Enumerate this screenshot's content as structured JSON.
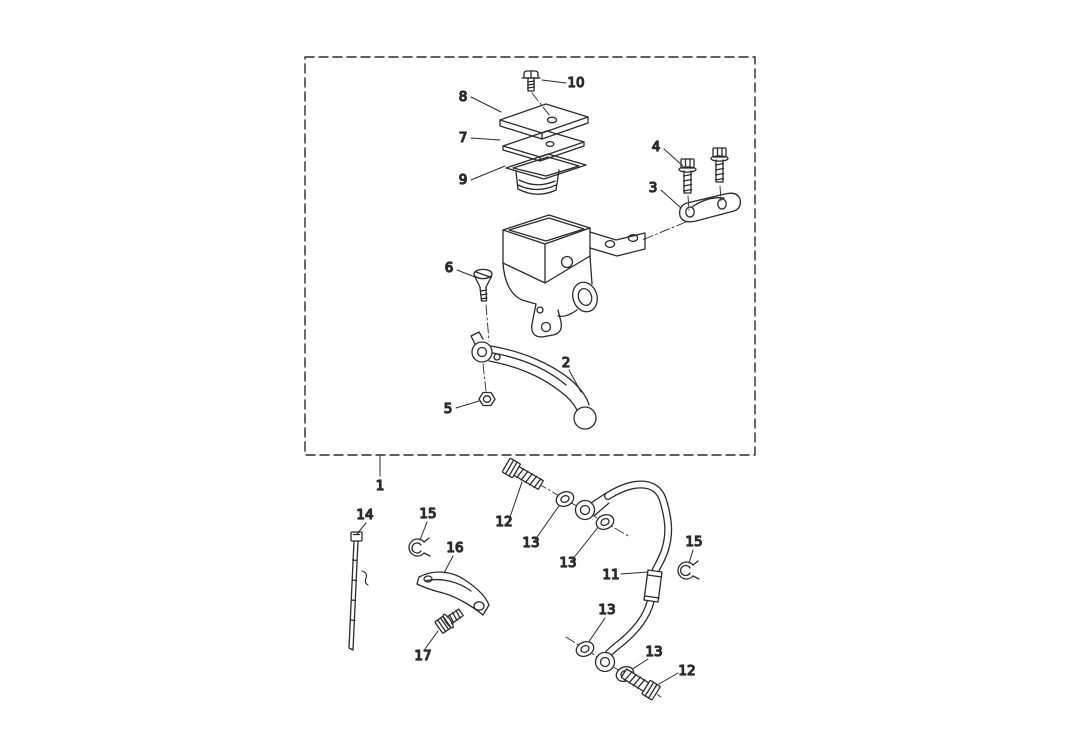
{
  "figure": {
    "type": "exploded-parts-diagram",
    "background_color": "#ffffff",
    "line_color": "#2b2b2b",
    "callouts": [
      {
        "text": "10"
      },
      {
        "text": "8"
      },
      {
        "text": "7"
      },
      {
        "text": "9"
      },
      {
        "text": "4"
      },
      {
        "text": "3"
      },
      {
        "text": "6"
      },
      {
        "text": "2"
      },
      {
        "text": "5"
      },
      {
        "text": "1"
      },
      {
        "text": "12"
      },
      {
        "text": "13"
      },
      {
        "text": "13"
      },
      {
        "text": "11"
      },
      {
        "text": "15"
      },
      {
        "text": "14"
      },
      {
        "text": "15"
      },
      {
        "text": "16"
      },
      {
        "text": "17"
      },
      {
        "text": "13"
      },
      {
        "text": "13"
      },
      {
        "text": "12"
      }
    ]
  }
}
